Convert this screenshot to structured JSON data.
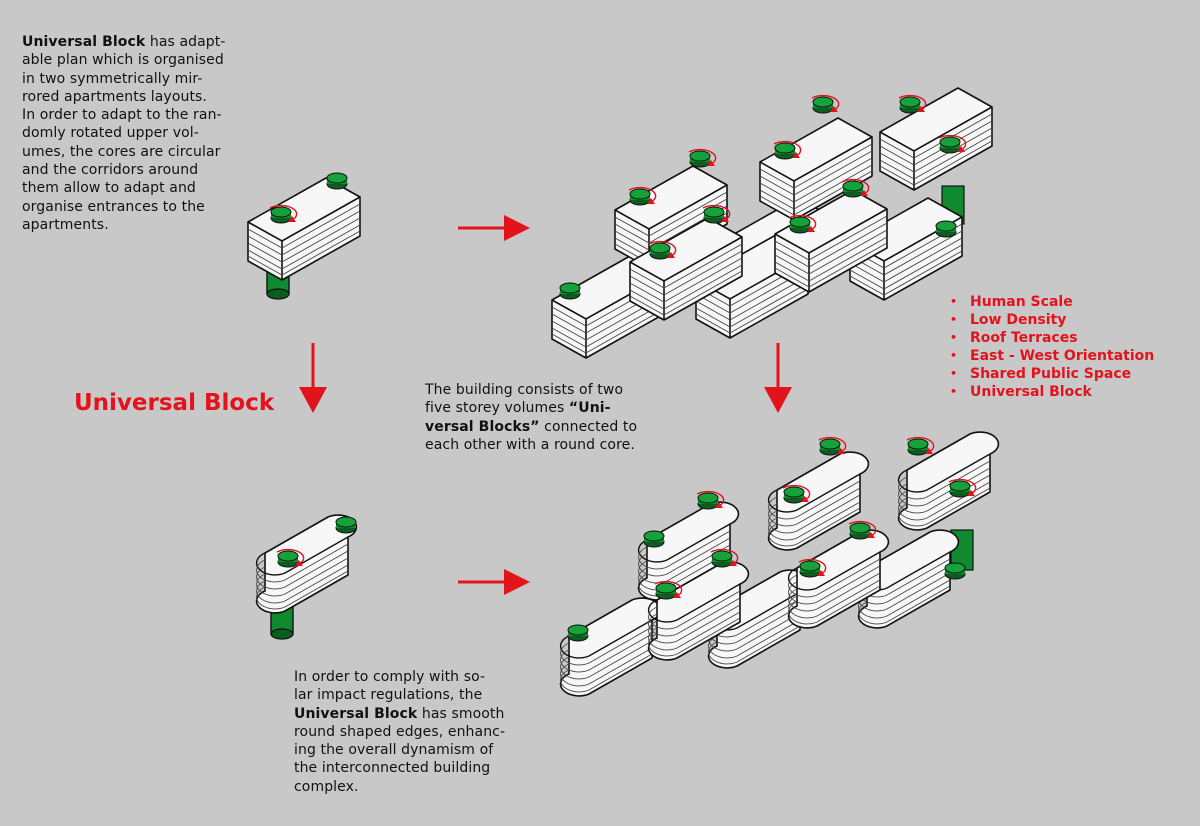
{
  "intro": {
    "title": "Universal Block",
    "first_line_rest": " has adapt-",
    "lines": [
      "able plan which is organised",
      "in two symmetrically mir-",
      "rored apartments layouts.",
      "In order to adapt to the ran-",
      "domly rotated upper vol-",
      "umes, the cores are circular",
      "and the corridors around",
      "them allow to adapt and",
      "organise entrances to the",
      "apartments."
    ]
  },
  "heading": "Universal Block",
  "middle": {
    "line1": "The building consists of two",
    "line2_pre": "five storey volumes ",
    "line2_bold": "“Uni-",
    "line3_bold": "versal Blocks”",
    "line3_rest": " connected to",
    "line4": "each other with a round core."
  },
  "bottom": {
    "line1": "In order to comply with so-",
    "line2": "lar impact regulations, the",
    "line3_bold": "Universal Block",
    "line3_rest": " has smooth",
    "line4": "round shaped edges, enhanc-",
    "line5": "ing the overall dynamism of",
    "line6": "the interconnected building",
    "line7": "complex."
  },
  "features": [
    "Human Scale",
    "Low Density",
    "Roof Terraces",
    "East - West Orientation",
    "Shared Public Space",
    "Universal Block"
  ],
  "colors": {
    "accent_red": "#e3131b",
    "core_green": "#0f8a2e",
    "block_white": "#f7f7f7",
    "background": "#c8c8c8"
  }
}
